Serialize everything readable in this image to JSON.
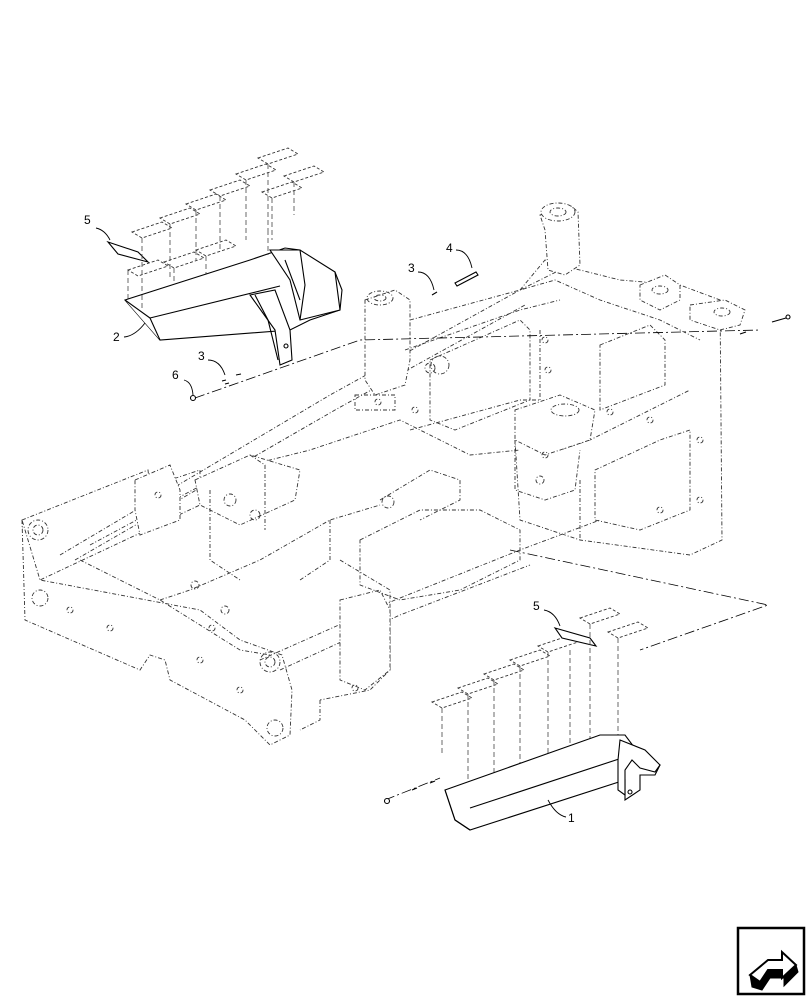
{
  "callouts": {
    "c1": "1",
    "c2": "2",
    "c3a": "3",
    "c3b": "3",
    "c4": "4",
    "c5a": "5",
    "c5b": "5",
    "c6": "6"
  },
  "icons": {
    "nav": "next-page-arrow-icon"
  }
}
